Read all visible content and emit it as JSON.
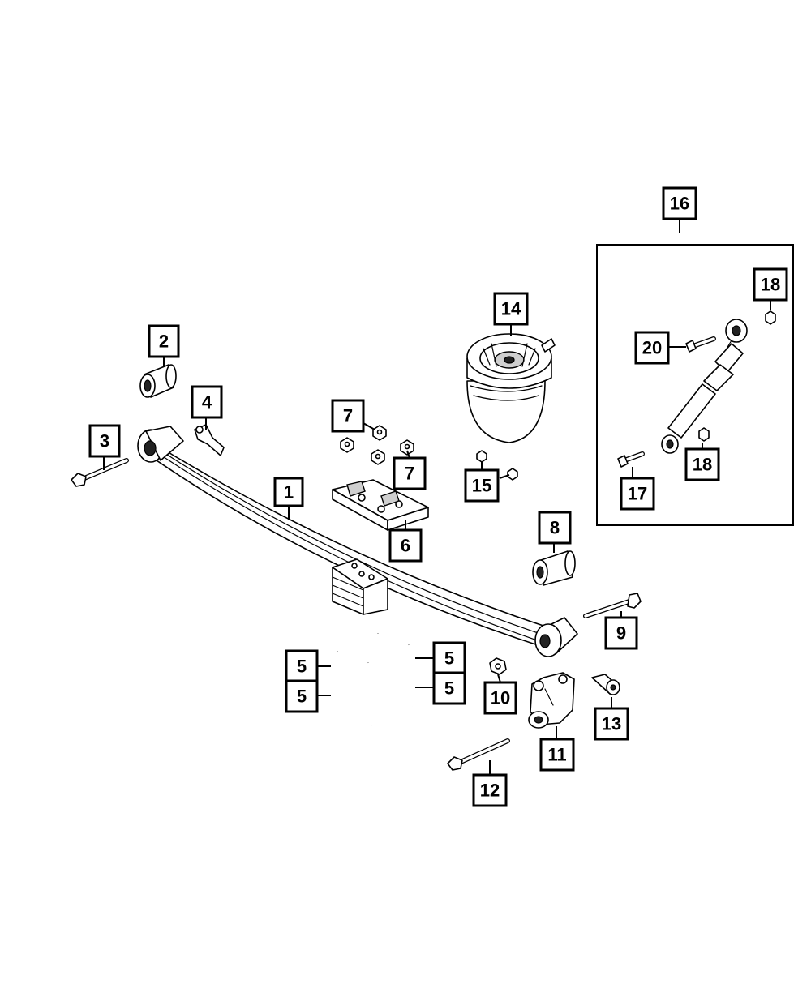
{
  "callouts": [
    {
      "id": "c1",
      "label": "1"
    },
    {
      "id": "c2",
      "label": "2"
    },
    {
      "id": "c3",
      "label": "3"
    },
    {
      "id": "c4",
      "label": "4"
    },
    {
      "id": "c5a",
      "label": "5"
    },
    {
      "id": "c5b",
      "label": "5"
    },
    {
      "id": "c5c",
      "label": "5"
    },
    {
      "id": "c5d",
      "label": "5"
    },
    {
      "id": "c6",
      "label": "6"
    },
    {
      "id": "c7a",
      "label": "7"
    },
    {
      "id": "c7b",
      "label": "7"
    },
    {
      "id": "c8",
      "label": "8"
    },
    {
      "id": "c9",
      "label": "9"
    },
    {
      "id": "c10",
      "label": "10"
    },
    {
      "id": "c11",
      "label": "11"
    },
    {
      "id": "c12",
      "label": "12"
    },
    {
      "id": "c13",
      "label": "13"
    },
    {
      "id": "c14",
      "label": "14"
    },
    {
      "id": "c15",
      "label": "15"
    },
    {
      "id": "c16",
      "label": "16"
    },
    {
      "id": "c17",
      "label": "17"
    },
    {
      "id": "c18a",
      "label": "18"
    },
    {
      "id": "c18b",
      "label": "18"
    },
    {
      "id": "c20",
      "label": "20"
    }
  ]
}
